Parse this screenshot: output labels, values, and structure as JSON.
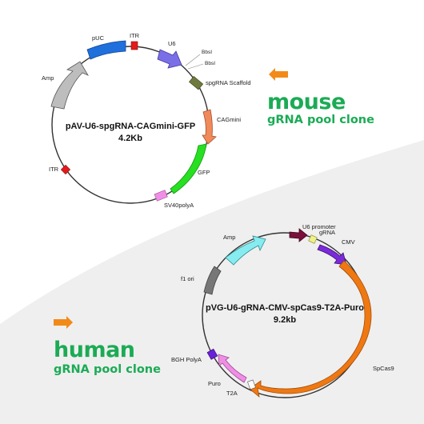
{
  "colors": {
    "accent_orange": "#f28a19",
    "label_green": "#1bab55",
    "background_swoosh": "#efefef"
  },
  "mouse_panel": {
    "icon": "orange-arrow-left-icon",
    "species": "mouse",
    "subtitle": "gRNA pool clone"
  },
  "human_panel": {
    "icon": "orange-arrow-right-icon",
    "species": "human",
    "subtitle": "gRNA pool clone"
  },
  "plasmid1": {
    "name": "pAV-U6-spgRNA-CAGmini-GFP",
    "size": "4.2Kb",
    "features": [
      {
        "label": "pUC",
        "color": "#1f6fdc"
      },
      {
        "label": "ITR",
        "color": "#e41b1b"
      },
      {
        "label": "U6",
        "color": "#7b6fe8"
      },
      {
        "label": "BbsI"
      },
      {
        "label": "BbsI"
      },
      {
        "label": "spgRNA Scaffold",
        "color": "#6e7a3d"
      },
      {
        "label": "CAGmini",
        "color": "#f08a5a"
      },
      {
        "label": "GFP",
        "color": "#27e021"
      },
      {
        "label": "SV40polyA",
        "color": "#f08ee6"
      },
      {
        "label": "ITR",
        "color": "#e41b1b"
      },
      {
        "label": "Amp",
        "color": "#bdbdbd"
      }
    ]
  },
  "plasmid2": {
    "name": "pVG-U6-gRNA-CMV-spCas9-T2A-Puro",
    "size": "9.2kb",
    "features": [
      {
        "label": "U6 promoter",
        "color": "#7a0f3a"
      },
      {
        "label": "gRNA",
        "color": "#eef08a"
      },
      {
        "label": "CMV",
        "color": "#7b2ad8"
      },
      {
        "label": "SpCas9",
        "color": "#f07812"
      },
      {
        "label": "T2A",
        "color": "#ffffff"
      },
      {
        "label": "Puro",
        "color": "#f08ee6"
      },
      {
        "label": "BGH PolyA",
        "color": "#6a1fd8"
      },
      {
        "label": "f1 ori",
        "color": "#777777"
      },
      {
        "label": "Amp",
        "color": "#86ecf0"
      }
    ]
  }
}
